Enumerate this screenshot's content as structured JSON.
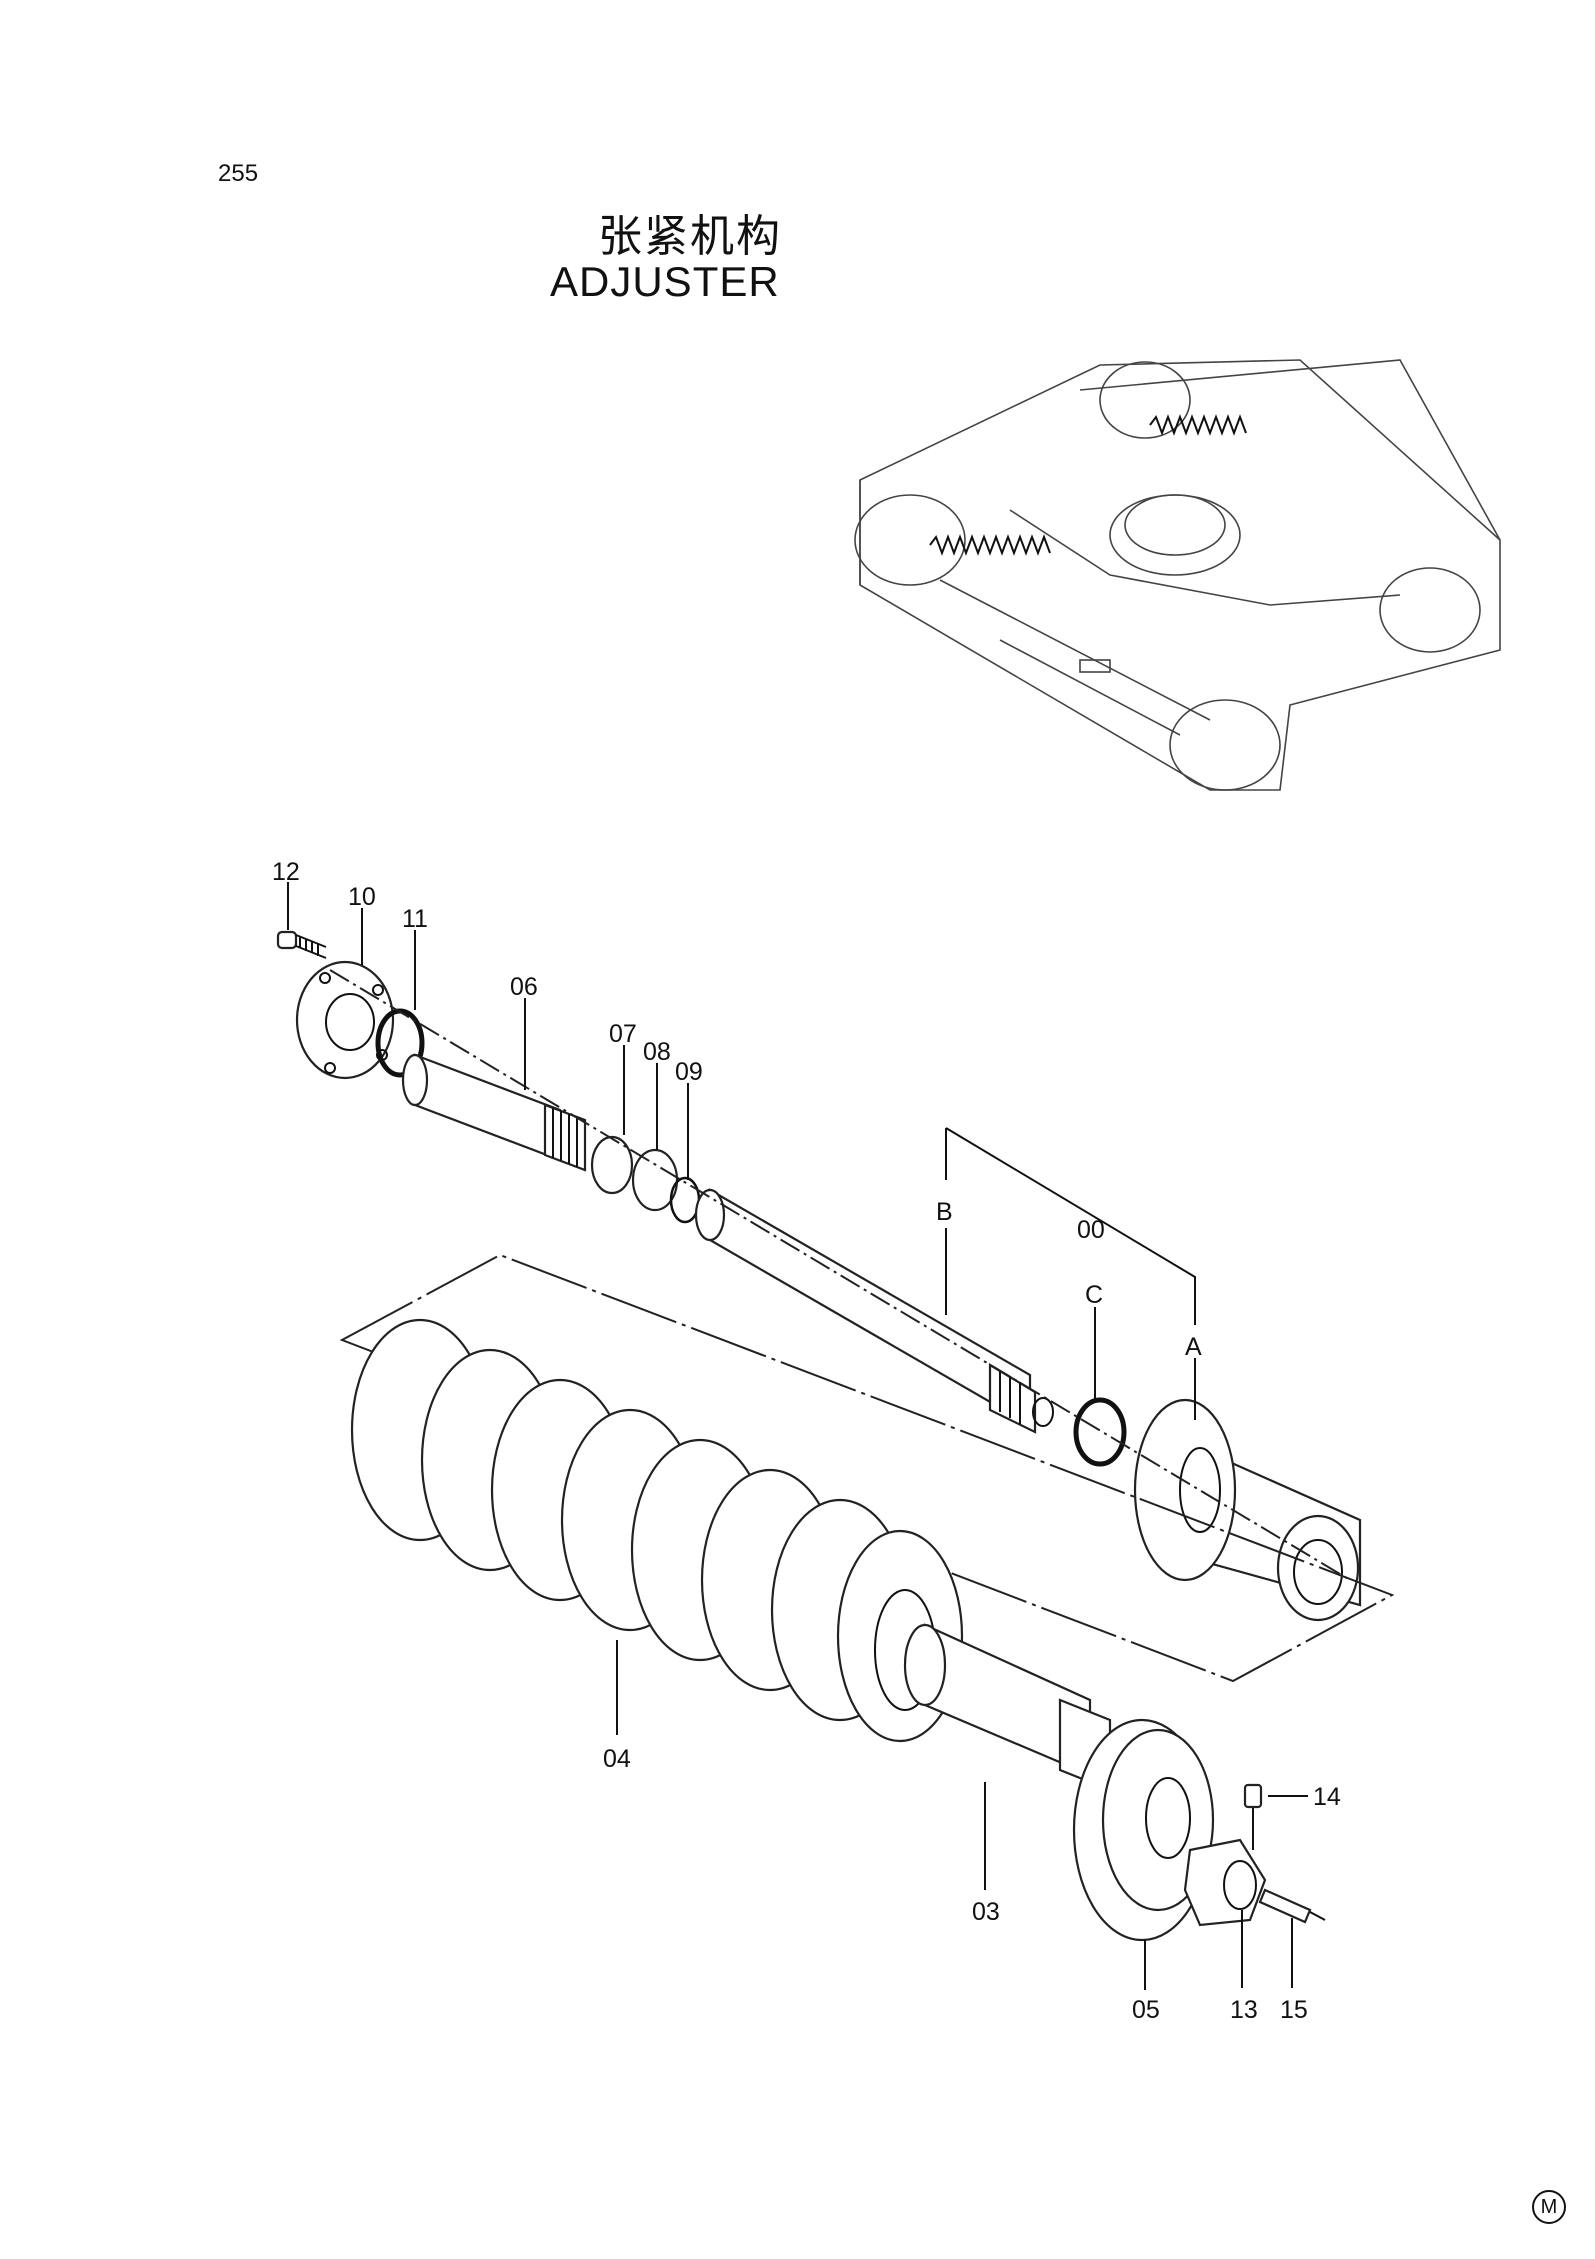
{
  "page": {
    "number": "255",
    "title_cn": "张紧机构",
    "title_en": "ADJUSTER",
    "mark": "M"
  },
  "callouts": [
    {
      "id": "c12",
      "text": "12"
    },
    {
      "id": "c10",
      "text": "10"
    },
    {
      "id": "c11",
      "text": "11"
    },
    {
      "id": "c06",
      "text": "06"
    },
    {
      "id": "c07",
      "text": "07"
    },
    {
      "id": "c08",
      "text": "08"
    },
    {
      "id": "c09",
      "text": "09"
    },
    {
      "id": "cB",
      "text": "B"
    },
    {
      "id": "c00",
      "text": "00"
    },
    {
      "id": "cC",
      "text": "C"
    },
    {
      "id": "cA",
      "text": "A"
    },
    {
      "id": "c04",
      "text": "04"
    },
    {
      "id": "c03",
      "text": "03"
    },
    {
      "id": "c14",
      "text": "14"
    },
    {
      "id": "c05",
      "text": "05"
    },
    {
      "id": "c13",
      "text": "13"
    },
    {
      "id": "c15",
      "text": "15"
    }
  ]
}
